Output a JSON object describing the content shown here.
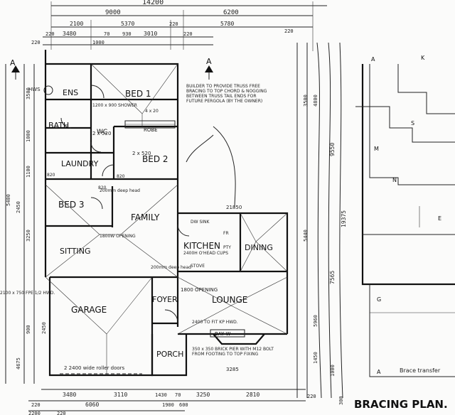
{
  "rooms": {
    "ens": "ENS",
    "bed1": "BED 1",
    "bath": "BATH",
    "wc": "WC",
    "laundry": "LAUNDRY",
    "bed2": "BED 2",
    "bed3": "BED 3",
    "family": "FAMILY",
    "sitting": "SITTING",
    "kitchen": "KITCHEN",
    "dining": "DINING",
    "foyer": "FOYER",
    "lounge": "LOUNGE",
    "garage": "GARAGE",
    "porch": "PORCH",
    "robe": "ROBE",
    "baywin": "BAY W"
  },
  "top_dims": {
    "overall": "14200",
    "row2": [
      "9000",
      "6200"
    ],
    "row3": [
      "2100",
      "5370",
      "220",
      "5780",
      "220"
    ],
    "row4": [
      "220",
      "3480",
      "70",
      "930",
      "3010",
      "220"
    ],
    "row5": [
      "220",
      "1000"
    ]
  },
  "bottom_dims": {
    "row1": [
      "3480",
      "3110",
      "1430",
      "70",
      "3250",
      "2810"
    ],
    "row2": [
      "220",
      "6060",
      "1900",
      "600",
      "220"
    ],
    "row3": [
      "2200",
      "220"
    ]
  },
  "left_dims": [
    "3500",
    "1000",
    "1100",
    "5400",
    "2450",
    "3250",
    "900",
    "4675",
    "2450"
  ],
  "right_dims": [
    "4800",
    "3500",
    "9550",
    "19375",
    "7565",
    "5440",
    "5960",
    "1450",
    "1000",
    "300"
  ],
  "section_markers": [
    "A",
    "A"
  ],
  "annotations": {
    "hws": "HWS",
    "shower": "1200 x 900 SHOWER",
    "robe_size": "4 x 20",
    "door1": "2 x 520",
    "door2": "2 x 520",
    "dimnote1": "820",
    "dimnote2": "820",
    "ldimnote": "820",
    "beam1": "200mm deep head",
    "beam2": "200mm deep head",
    "opening1": "1800W OPENING",
    "opening2": "1800 OPENING",
    "kitchen_note": "2400H O'HEAD CUPS",
    "sink": "DW  SINK",
    "fridge": "FR",
    "pantry": "PTY",
    "stove": "STOVE",
    "builder_note": "BUILDER TO PROVIDE TRUSS FREE BRACING TO TOP CHORD & NOGGING BETWEEN TRUSS TAIL ENDS FOR FUTURE PERGOLA (BY THE OWNER)",
    "hwd": "2100 x 750 FPE 1/2 HWD.",
    "kp": "2400 TO FIT KP HWD.",
    "rollerdoor": "2 2400 wide roller doors",
    "pier": "350 x 350 BRICK PIER WITH M12 BOLT FROM FOOTING TO TOP FIXING",
    "porchdim": "3285",
    "dinertop": "21850",
    "bracing_title": "BRACING PLAN.",
    "brace_transfer": "Brace transfer",
    "bp_labels": [
      "A",
      "K",
      "M",
      "N",
      "S",
      "E",
      "G",
      "A"
    ]
  }
}
